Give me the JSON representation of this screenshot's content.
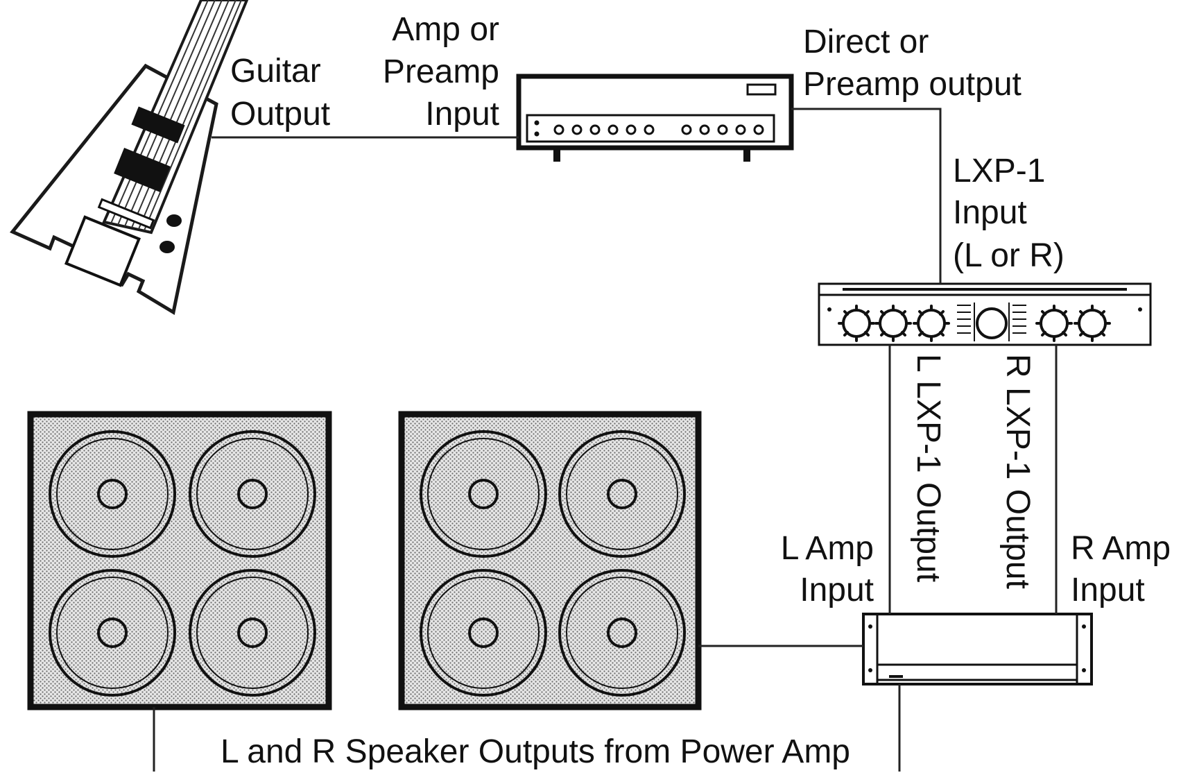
{
  "labels": {
    "guitar_output_1": "Guitar",
    "guitar_output_2": "Output",
    "amp_input_1": "Amp or",
    "amp_input_2": "Preamp",
    "amp_input_3": "Input",
    "direct_output_1": "Direct or",
    "direct_output_2": "Preamp output",
    "lxp_input_1": "LXP-1",
    "lxp_input_2": "Input",
    "lxp_input_3": "(L or R)",
    "l_lxp_output": "L LXP-1 Output",
    "r_lxp_output": "R LXP-1 Output",
    "l_amp_input_1": "L Amp",
    "l_amp_input_2": "Input",
    "r_amp_input_1": "R Amp",
    "r_amp_input_2": "Input",
    "speaker_outputs": "L and R Speaker Outputs from Power Amp"
  }
}
